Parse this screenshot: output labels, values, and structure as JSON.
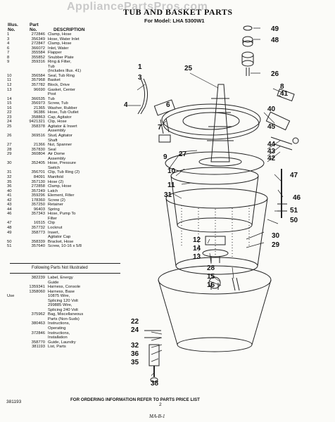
{
  "watermark": "AppliancePartsPros.com",
  "title": "TUB AND BASKET PARTS",
  "model": "For Model: LHA 5300W1",
  "headers": {
    "illus": "Illus.",
    "no": "No.",
    "part": "Part",
    "partno": "No.",
    "desc": "DESCRIPTION"
  },
  "parts": [
    {
      "illus": "1",
      "part": "272846",
      "desc": "Clamp, Hose"
    },
    {
      "illus": "3",
      "part": "356349",
      "desc": "Hose, Water Inlet"
    },
    {
      "illus": "4",
      "part": "272847",
      "desc": "Clamp, Hose"
    },
    {
      "illus": "6",
      "part": "366072",
      "desc": "Inlet, Water"
    },
    {
      "illus": "7",
      "part": "355584",
      "desc": "Flapper"
    },
    {
      "illus": "8",
      "part": "355852",
      "desc": "Snubber Plate"
    },
    {
      "illus": "9",
      "part": "359316",
      "desc": "Ring & Filter,"
    },
    {
      "illus": "",
      "part": "",
      "desc": "Tub"
    },
    {
      "illus": "",
      "part": "",
      "desc": "(Includes Illus. 41)"
    },
    {
      "illus": "10",
      "part": "356584",
      "desc": "Seal, Tub Ring"
    },
    {
      "illus": "11",
      "part": "357968",
      "desc": "Basket"
    },
    {
      "illus": "12",
      "part": "357782",
      "desc": "Block, Drive"
    },
    {
      "illus": "13",
      "part": "96690",
      "desc": "Gasket, Center"
    },
    {
      "illus": "",
      "part": "",
      "desc": "Post"
    },
    {
      "illus": "14",
      "part": "366535",
      "desc": "Tub"
    },
    {
      "illus": "15",
      "part": "356973",
      "desc": "Screw, Tub"
    },
    {
      "illus": "16",
      "part": "21365",
      "desc": "Washer, Rubber"
    },
    {
      "illus": "22",
      "part": "96386",
      "desc": "Hose, Tub Outlet"
    },
    {
      "illus": "23",
      "part": "358863",
      "desc": "Cap, Agitator"
    },
    {
      "illus": "24",
      "part": "9421321",
      "desc": "Clip, Hose"
    },
    {
      "illus": "25",
      "part": "358378",
      "desc": "Agitator & Insert"
    },
    {
      "illus": "",
      "part": "",
      "desc": "Assembly"
    },
    {
      "illus": "26",
      "part": "369516",
      "desc": "Stud, Agitator"
    },
    {
      "illus": "",
      "part": "",
      "desc": "Shaft"
    },
    {
      "illus": "27",
      "part": "21366",
      "desc": "Nut, Spanner"
    },
    {
      "illus": "28",
      "part": "357830",
      "desc": "Seal"
    },
    {
      "illus": "29",
      "part": "360804",
      "desc": "Air Dome"
    },
    {
      "illus": "",
      "part": "",
      "desc": "Assembly"
    },
    {
      "illus": "30",
      "part": "352405",
      "desc": "Hose, Pressure"
    },
    {
      "illus": "",
      "part": "",
      "desc": "Switch"
    },
    {
      "illus": "31",
      "part": "356701",
      "desc": "Clip, Tub Ring (2)"
    },
    {
      "illus": "32",
      "part": "84091",
      "desc": "Manifold"
    },
    {
      "illus": "35",
      "part": "357130",
      "desc": "Hose (2)"
    },
    {
      "illus": "36",
      "part": "272858",
      "desc": "Clamp, Hose"
    },
    {
      "illus": "40",
      "part": "357249",
      "desc": "Latch"
    },
    {
      "illus": "41",
      "part": "359296",
      "desc": "Element, Filter"
    },
    {
      "illus": "42",
      "part": "178360",
      "desc": "Screw (2)"
    },
    {
      "illus": "43",
      "part": "357250",
      "desc": "Retainer"
    },
    {
      "illus": "44",
      "part": "96403",
      "desc": "Spring"
    },
    {
      "illus": "46",
      "part": "357343",
      "desc": "Hose, Pump To"
    },
    {
      "illus": "",
      "part": "",
      "desc": "Filter"
    },
    {
      "illus": "47",
      "part": "16515",
      "desc": "Clip"
    },
    {
      "illus": "48",
      "part": "357732",
      "desc": "Locknut"
    },
    {
      "illus": "49",
      "part": "358773",
      "desc": "Insert,"
    },
    {
      "illus": "",
      "part": "",
      "desc": "Agitator Cap"
    },
    {
      "illus": "50",
      "part": "358339",
      "desc": "Bracket, Hose"
    },
    {
      "illus": "51",
      "part": "357640",
      "desc": "Screw, 10-16 x 5/8"
    }
  ],
  "not_illustrated_title": "Following Parts Not Illustrated",
  "not_illustrated": [
    {
      "illus": "",
      "part": "382239",
      "desc": "Label, Energy"
    },
    {
      "illus": "",
      "part": "",
      "desc": "Guide"
    },
    {
      "illus": "",
      "part": "1359341",
      "desc": "Harness, Console"
    },
    {
      "illus": "",
      "part": "1358060",
      "desc": "Harness, Base"
    },
    {
      "illus": "",
      "part": "",
      "desc": ""
    },
    {
      "illus": "",
      "part": "",
      "desc": ""
    },
    {
      "illus": "Use",
      "part": "",
      "desc": "10875 Wire,"
    },
    {
      "illus": "",
      "part": "",
      "desc": "Splicing 120 Volt"
    },
    {
      "illus": "",
      "part": "",
      "desc": "299885 Wire,"
    },
    {
      "illus": "",
      "part": "",
      "desc": "Splicing 240 Volt"
    },
    {
      "illus": "",
      "part": "",
      "desc": ""
    },
    {
      "illus": "",
      "part": "375962",
      "desc": "Bag, Miscellaneous"
    },
    {
      "illus": "",
      "part": "",
      "desc": "Parts (Non-Suds)"
    },
    {
      "illus": "",
      "part": "380463",
      "desc": "Instructions,"
    },
    {
      "illus": "",
      "part": "",
      "desc": "Operating"
    },
    {
      "illus": "",
      "part": "372846",
      "desc": "Instructions,"
    },
    {
      "illus": "",
      "part": "",
      "desc": "Installation"
    },
    {
      "illus": "",
      "part": "358770",
      "desc": "Guide, Laundry"
    },
    {
      "illus": "",
      "part": "381193",
      "desc": "List, Parts"
    }
  ],
  "footer": "FOR ORDERING INFORMATION REFER TO PARTS PRICE LIST",
  "page_number": "2",
  "ref_number": "381193",
  "handwritten": "MA-B-1",
  "callouts": [
    "49",
    "48",
    "1",
    "3",
    "25",
    "26",
    "8",
    "41",
    "4",
    "6",
    "7",
    "40",
    "45",
    "44",
    "43",
    "42",
    "9",
    "27",
    "10",
    "11",
    "47",
    "31",
    "46",
    "51",
    "50",
    "30",
    "29",
    "12",
    "14",
    "13",
    "28",
    "15",
    "16",
    "22",
    "24",
    "32",
    "36",
    "35",
    "38"
  ]
}
